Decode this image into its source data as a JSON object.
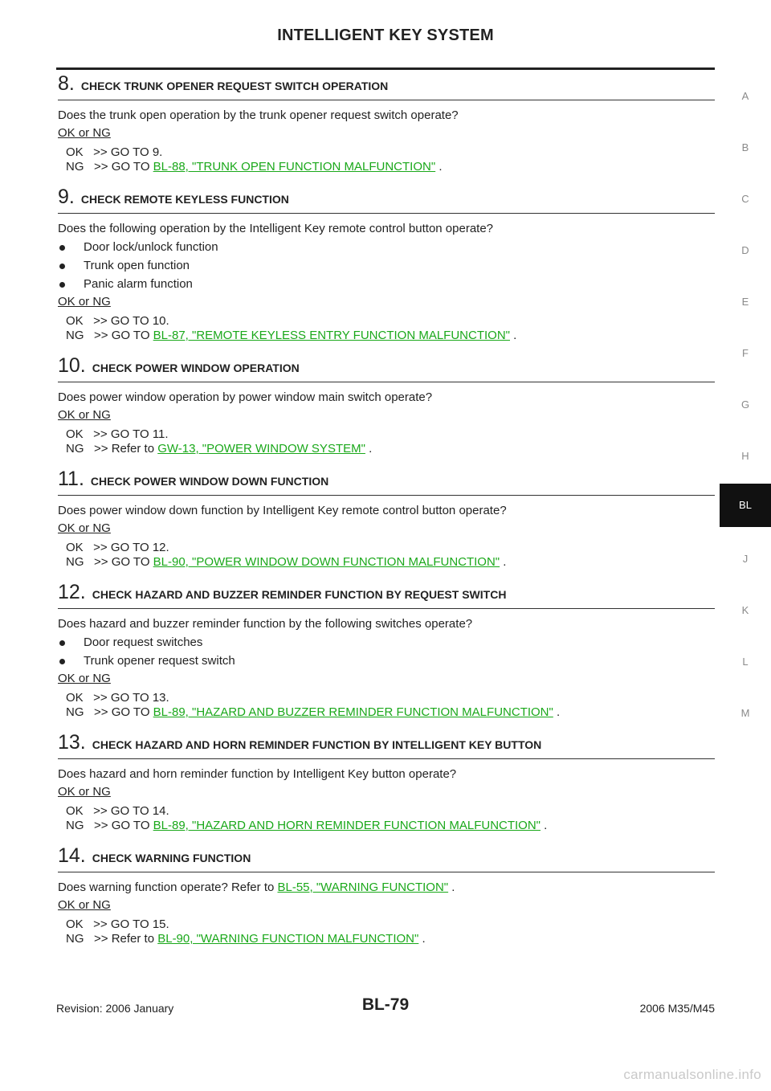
{
  "header": {
    "title": "INTELLIGENT KEY SYSTEM"
  },
  "side_tabs": [
    "A",
    "B",
    "C",
    "D",
    "E",
    "F",
    "G",
    "H",
    "BL",
    "J",
    "K",
    "L",
    "M"
  ],
  "active_tab": "BL",
  "ok_ng_label": "OK or NG",
  "steps": [
    {
      "num": "8.",
      "title": "CHECK TRUNK OPENER REQUEST SWITCH OPERATION",
      "question": "Does the trunk open operation by the trunk opener request switch operate?",
      "bullets": [],
      "ok": "OK   >> GO TO 9.",
      "ng_prefix": "NG   >> GO TO ",
      "ng_link": "BL-88, \"TRUNK OPEN FUNCTION MALFUNCTION\"",
      "ng_suffix": " ."
    },
    {
      "num": "9.",
      "title": "CHECK REMOTE KEYLESS FUNCTION",
      "question": "Does the following operation by the Intelligent Key remote control button operate?",
      "bullets": [
        "Door lock/unlock function",
        "Trunk open function",
        "Panic alarm function"
      ],
      "ok": "OK   >> GO TO 10.",
      "ng_prefix": "NG   >> GO TO ",
      "ng_link": "BL-87, \"REMOTE KEYLESS ENTRY FUNCTION MALFUNCTION\"",
      "ng_suffix": " ."
    },
    {
      "num": "10.",
      "title": "CHECK POWER WINDOW OPERATION",
      "question": "Does power window operation by power window main switch operate?",
      "bullets": [],
      "ok": "OK   >> GO TO 11.",
      "ng_prefix": "NG   >> Refer to ",
      "ng_link": "GW-13, \"POWER WINDOW SYSTEM\"",
      "ng_suffix": " ."
    },
    {
      "num": "11.",
      "title": "CHECK POWER WINDOW DOWN FUNCTION",
      "question": "Does power window down function by Intelligent Key remote control button operate?",
      "bullets": [],
      "ok": "OK   >> GO TO 12.",
      "ng_prefix": "NG   >> GO TO ",
      "ng_link": "BL-90, \"POWER WINDOW DOWN FUNCTION MALFUNCTION\"",
      "ng_suffix": " ."
    },
    {
      "num": "12.",
      "title": "CHECK HAZARD AND BUZZER REMINDER FUNCTION BY REQUEST SWITCH",
      "question": "Does hazard and buzzer reminder function by the following switches operate?",
      "bullets": [
        "Door request switches",
        "Trunk opener request switch"
      ],
      "ok": "OK   >> GO TO 13.",
      "ng_prefix": "NG   >> GO TO ",
      "ng_link": "BL-89, \"HAZARD AND BUZZER REMINDER FUNCTION MALFUNCTION\"",
      "ng_suffix": " ."
    },
    {
      "num": "13.",
      "title": "CHECK HAZARD AND HORN REMINDER FUNCTION BY INTELLIGENT KEY BUTTON",
      "question": "Does hazard and horn reminder function by Intelligent Key button operate?",
      "bullets": [],
      "ok": "OK   >> GO TO 14.",
      "ng_prefix": "NG   >> GO TO ",
      "ng_link": "BL-89, \"HAZARD AND HORN REMINDER FUNCTION MALFUNCTION\"",
      "ng_suffix": " ."
    },
    {
      "num": "14.",
      "title": "CHECK WARNING FUNCTION",
      "question_prefix": "Does warning function operate? Refer to ",
      "question_link": "BL-55, \"WARNING FUNCTION\"",
      "question_suffix": " .",
      "bullets": [],
      "ok": "OK   >> GO TO 15.",
      "ng_prefix": "NG   >> Refer to ",
      "ng_link": "BL-90, \"WARNING FUNCTION MALFUNCTION\"",
      "ng_suffix": " ."
    }
  ],
  "footer": {
    "revision": "Revision: 2006 January",
    "page": "BL-79",
    "model": "2006 M35/M45"
  },
  "watermark": "carmanualsonline.info"
}
